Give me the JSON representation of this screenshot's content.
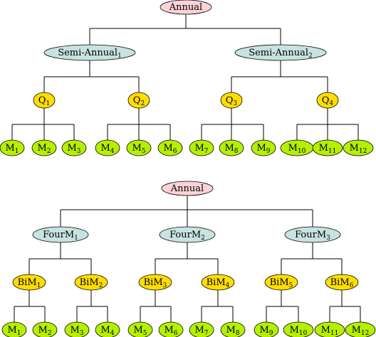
{
  "colors": {
    "root": "#fbd3d6",
    "level1": "#c7e3e1",
    "level2": "#ffdd00",
    "leaf": "#b5f000",
    "edge": "#000000"
  },
  "trees": [
    {
      "root": {
        "id": "annual-1",
        "text": "Annual"
      },
      "level1": [
        {
          "id": "semi-annual-1",
          "text": "Semi-Annual",
          "sub": "1"
        },
        {
          "id": "semi-annual-2",
          "text": "Semi-Annual",
          "sub": "2"
        }
      ],
      "level2": [
        {
          "id": "q1",
          "text": "Q",
          "sub": "1",
          "parent": "semi-annual-1"
        },
        {
          "id": "q2",
          "text": "Q",
          "sub": "2",
          "parent": "semi-annual-1"
        },
        {
          "id": "q3",
          "text": "Q",
          "sub": "3",
          "parent": "semi-annual-2"
        },
        {
          "id": "q4",
          "text": "Q",
          "sub": "4",
          "parent": "semi-annual-2"
        }
      ],
      "leaves": [
        {
          "id": "m1-a",
          "text": "M",
          "sub": "1",
          "parent": "q1"
        },
        {
          "id": "m2-a",
          "text": "M",
          "sub": "2",
          "parent": "q1"
        },
        {
          "id": "m3-a",
          "text": "M",
          "sub": "3",
          "parent": "q1"
        },
        {
          "id": "m4-a",
          "text": "M",
          "sub": "4",
          "parent": "q2"
        },
        {
          "id": "m5-a",
          "text": "M",
          "sub": "5",
          "parent": "q2"
        },
        {
          "id": "m6-a",
          "text": "M",
          "sub": "6",
          "parent": "q2"
        },
        {
          "id": "m7-a",
          "text": "M",
          "sub": "7",
          "parent": "q3"
        },
        {
          "id": "m8-a",
          "text": "M",
          "sub": "8",
          "parent": "q3"
        },
        {
          "id": "m9-a",
          "text": "M",
          "sub": "9",
          "parent": "q3"
        },
        {
          "id": "m10-a",
          "text": "M",
          "sub": "10",
          "parent": "q4"
        },
        {
          "id": "m11-a",
          "text": "M",
          "sub": "11",
          "parent": "q4"
        },
        {
          "id": "m12-a",
          "text": "M",
          "sub": "12",
          "parent": "q4"
        }
      ]
    },
    {
      "root": {
        "id": "annual-2",
        "text": "Annual"
      },
      "level1": [
        {
          "id": "fourm-1",
          "text": "FourM",
          "sub": "1"
        },
        {
          "id": "fourm-2",
          "text": "FourM",
          "sub": "2"
        },
        {
          "id": "fourm-3",
          "text": "FourM",
          "sub": "3"
        }
      ],
      "level2": [
        {
          "id": "bim-1",
          "text": "BiM",
          "sub": "1",
          "parent": "fourm-1"
        },
        {
          "id": "bim-2",
          "text": "BiM",
          "sub": "2",
          "parent": "fourm-1"
        },
        {
          "id": "bim-3",
          "text": "BiM",
          "sub": "3",
          "parent": "fourm-2"
        },
        {
          "id": "bim-4",
          "text": "BiM",
          "sub": "4",
          "parent": "fourm-2"
        },
        {
          "id": "bim-5",
          "text": "BiM",
          "sub": "5",
          "parent": "fourm-3"
        },
        {
          "id": "bim-6",
          "text": "BiM",
          "sub": "6",
          "parent": "fourm-3"
        }
      ],
      "leaves": [
        {
          "id": "m1-b",
          "text": "M",
          "sub": "1",
          "parent": "bim-1"
        },
        {
          "id": "m2-b",
          "text": "M",
          "sub": "2",
          "parent": "bim-1"
        },
        {
          "id": "m3-b",
          "text": "M",
          "sub": "3",
          "parent": "bim-2"
        },
        {
          "id": "m4-b",
          "text": "M",
          "sub": "4",
          "parent": "bim-2"
        },
        {
          "id": "m5-b",
          "text": "M",
          "sub": "5",
          "parent": "bim-3"
        },
        {
          "id": "m6-b",
          "text": "M",
          "sub": "6",
          "parent": "bim-3"
        },
        {
          "id": "m7-b",
          "text": "M",
          "sub": "7",
          "parent": "bim-4"
        },
        {
          "id": "m8-b",
          "text": "M",
          "sub": "8",
          "parent": "bim-4"
        },
        {
          "id": "m9-b",
          "text": "M",
          "sub": "9",
          "parent": "bim-5"
        },
        {
          "id": "m10-b",
          "text": "M",
          "sub": "10",
          "parent": "bim-5"
        },
        {
          "id": "m11-b",
          "text": "M",
          "sub": "11",
          "parent": "bim-6"
        },
        {
          "id": "m12-b",
          "text": "M",
          "sub": "12",
          "parent": "bim-6"
        }
      ]
    }
  ]
}
